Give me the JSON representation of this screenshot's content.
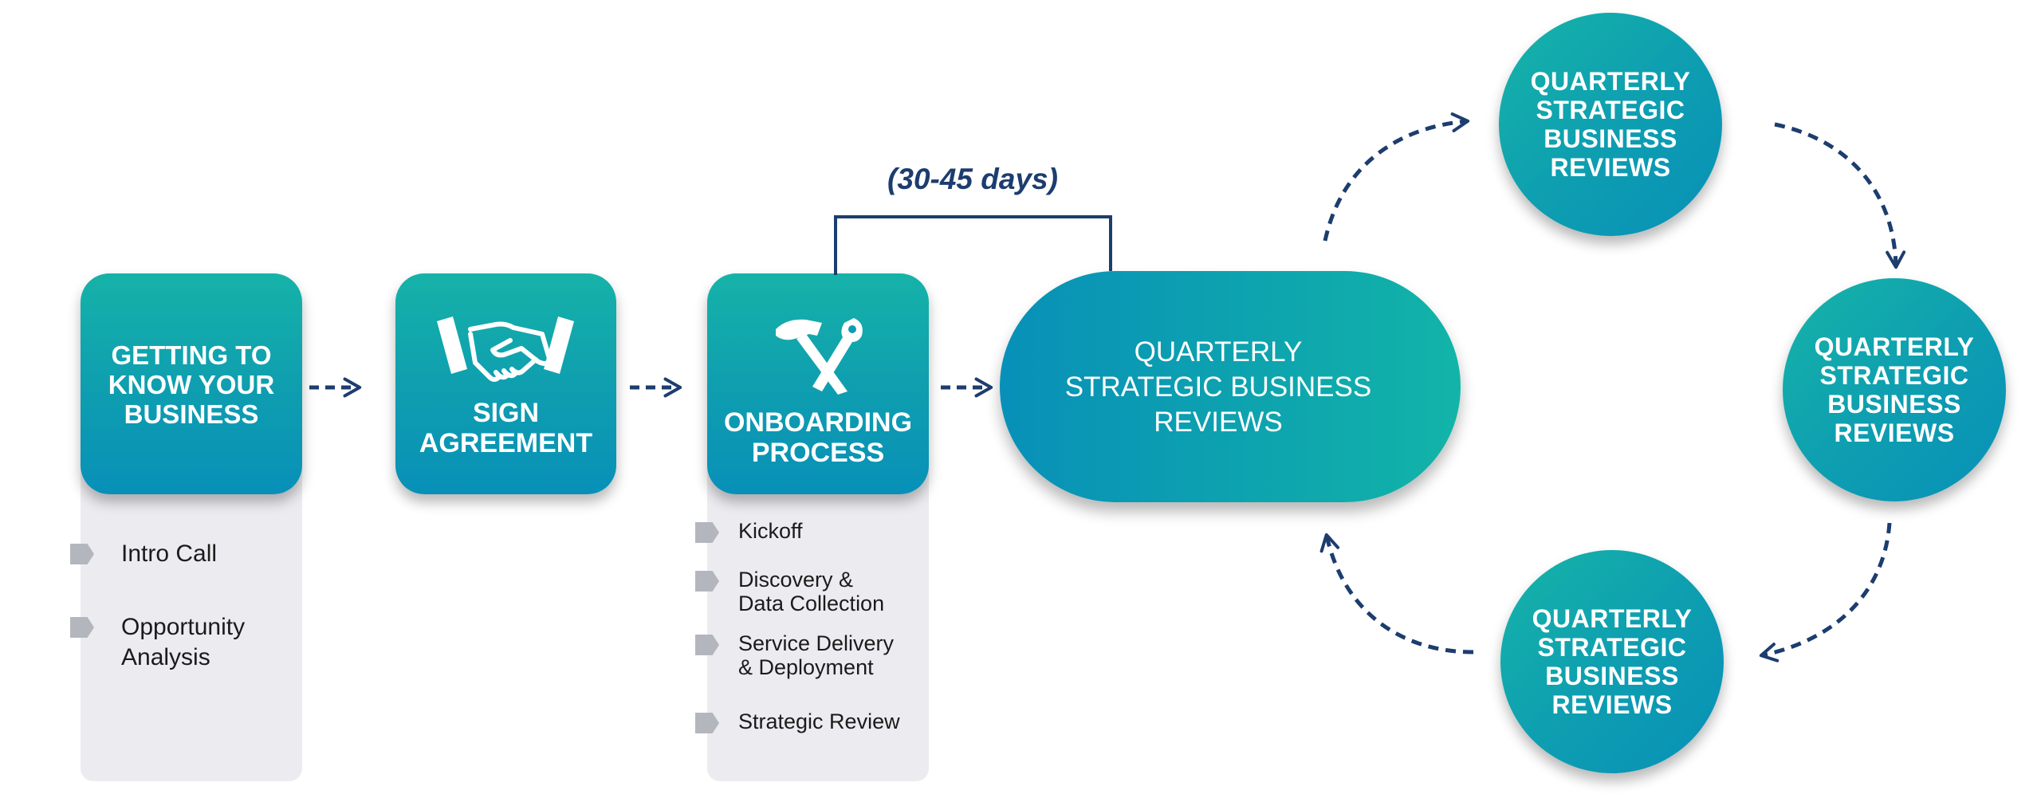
{
  "steps": {
    "step1": {
      "label": "GETTING TO\nKNOW YOUR\nBUSINESS",
      "items": [
        "Intro Call",
        "Opportunity\nAnalysis"
      ]
    },
    "step2": {
      "label": "SIGN\nAGREEMENT",
      "icon": "handshake-icon"
    },
    "step3": {
      "label": "ONBOARDING\nPROCESS",
      "icon": "hammer-wrench-icon",
      "items": [
        "Kickoff",
        "Discovery &\nData Collection",
        "Service Delivery\n& Deployment",
        "Strategic Review"
      ]
    }
  },
  "duration": "(30-45 days)",
  "qbr_main": "QUARTERLY\nSTRATEGIC BUSINESS\nREVIEWS",
  "cycle": [
    "QUARTERLY\nSTRATEGIC\nBUSINESS\nREVIEWS",
    "QUARTERLY\nSTRATEGIC\nBUSINESS\nREVIEWS",
    "QUARTERLY\nSTRATEGIC\nBUSINESS\nREVIEWS"
  ],
  "colors": {
    "teal": "#12b0aa",
    "blue": "#0890b8",
    "arrow": "#1c3d6e",
    "panel": "#ececf0",
    "bullet": "#b3b7bd"
  }
}
